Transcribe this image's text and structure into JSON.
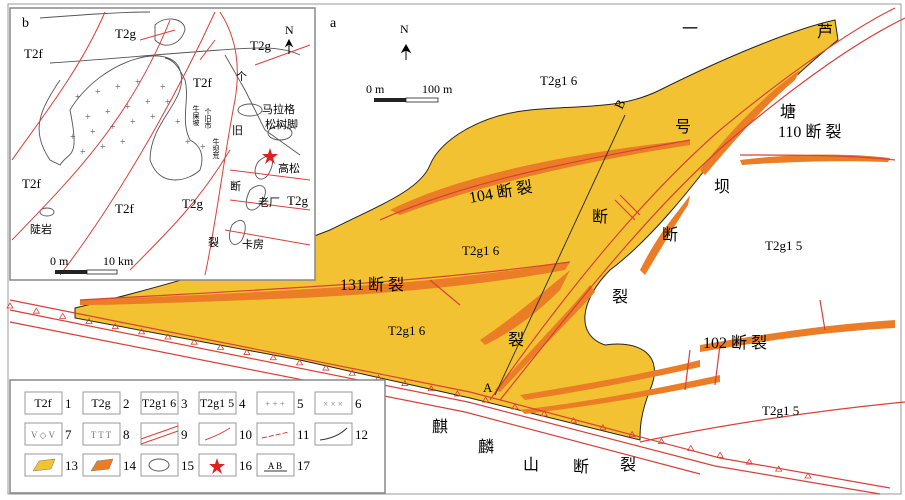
{
  "main_map": {
    "panel_label": "a",
    "north": "N",
    "scale": {
      "start": "0 m",
      "end": "100 m"
    },
    "units": {
      "t2g16": "T2g1 6",
      "t2g15": "T2g1 5"
    },
    "fault_labels": {
      "f110": "110 断 裂",
      "f104": "104 断 裂",
      "f131": "131 断 裂",
      "f102": "102 断 裂",
      "yihao": [
        "一",
        "号",
        "断",
        "裂"
      ],
      "lutangba": [
        "芦",
        "塘",
        "坝",
        "断",
        "裂"
      ],
      "qilinshan": [
        "麒",
        "麟",
        "山",
        "断",
        "裂"
      ]
    },
    "section": {
      "a": "A",
      "b": "B"
    },
    "colors": {
      "ore_body": "#f3c232",
      "orebody_rich": "#ea7d26",
      "fault": "#d9403a"
    }
  },
  "inset": {
    "panel_label": "b",
    "north": "N",
    "scale": {
      "start": "0 m",
      "end": "10 km"
    },
    "units": [
      "T2f",
      "T2g"
    ],
    "places": [
      "马拉格",
      "松树脚",
      "高松",
      "老厂",
      "卡房",
      "陡岩",
      "旧",
      "个旧市",
      "牛屎坡",
      "牛坝荒",
      "个",
      "断",
      "裂"
    ]
  },
  "legend": {
    "items": [
      {
        "n": "1",
        "sym": "T2f"
      },
      {
        "n": "2",
        "sym": "T2g"
      },
      {
        "n": "3",
        "sym": "T2g1 6"
      },
      {
        "n": "4",
        "sym": "T2g1 5"
      },
      {
        "n": "5",
        "sym": "+ + +"
      },
      {
        "n": "6",
        "sym": "× × ×"
      },
      {
        "n": "7",
        "sym": "V ◇ V"
      },
      {
        "n": "8",
        "sym": "T T T"
      },
      {
        "n": "9",
        "sym": ""
      },
      {
        "n": "10",
        "sym": ""
      },
      {
        "n": "11",
        "sym": ""
      },
      {
        "n": "12",
        "sym": ""
      },
      {
        "n": "13",
        "sym": ""
      },
      {
        "n": "14",
        "sym": ""
      },
      {
        "n": "15",
        "sym": ""
      },
      {
        "n": "16",
        "sym": ""
      },
      {
        "n": "17",
        "sym": "A B"
      }
    ]
  }
}
